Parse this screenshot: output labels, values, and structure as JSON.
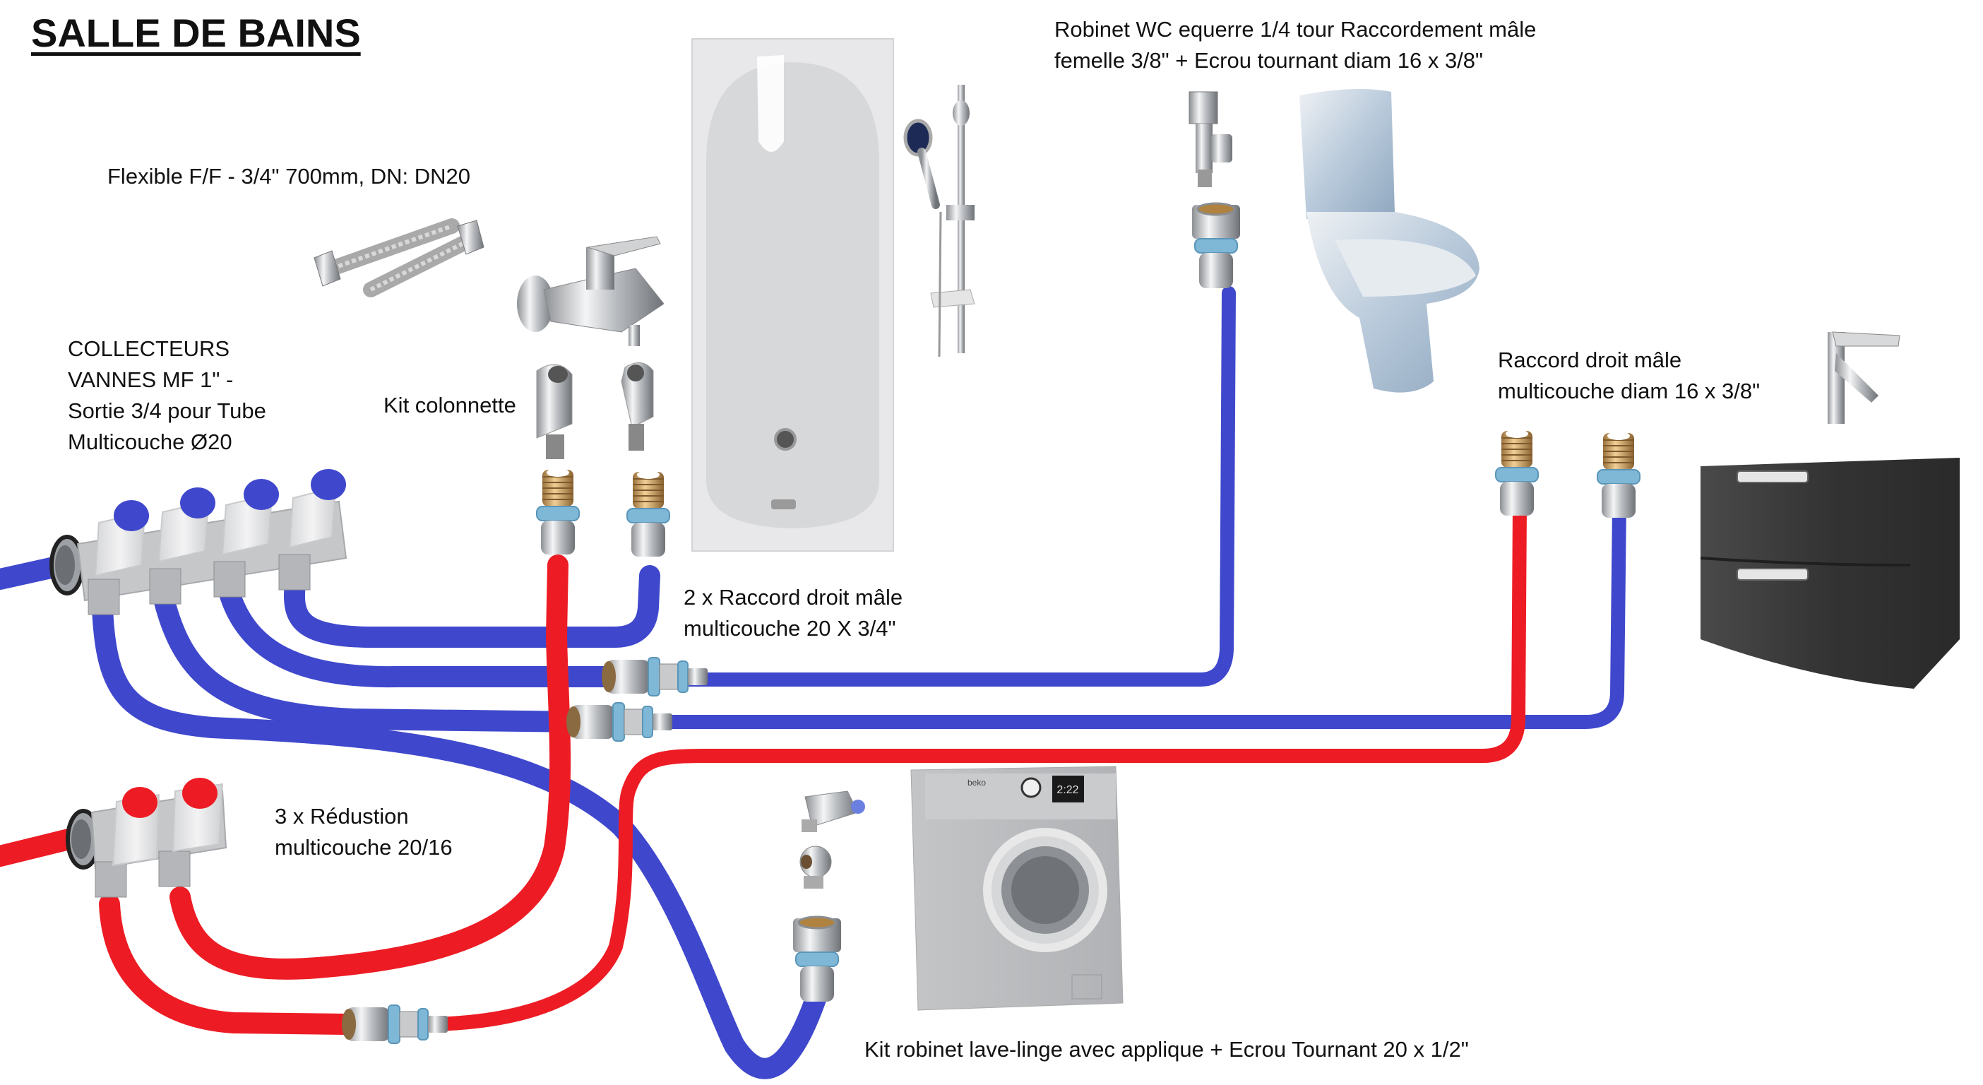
{
  "page": {
    "title": "SALLE DE BAINS"
  },
  "colors": {
    "cold_water": "#3F48CC",
    "hot_water": "#ED1C24",
    "fitting_ring": "#7FB7D6",
    "chrome": "#C8CACC",
    "brass": "#C9A064",
    "vanity": "#3A3A3A"
  },
  "labels": {
    "flexible": "Flexible F/F - 3/4\" 700mm, DN: DN20",
    "collecteurs": [
      "COLLECTEURS",
      "VANNES MF 1\" -",
      "Sortie 3/4 pour Tube",
      "Multicouche Ø20"
    ],
    "kit_colonnette": "Kit colonnette",
    "raccord_20": [
      "2 x Raccord droit mâle",
      "multicouche 20 X 3/4\""
    ],
    "robinet_wc": [
      "Robinet WC equerre 1/4 tour Raccordement mâle",
      "femelle 3/8\"  + Ecrou tournant diam 16 x 3/8\""
    ],
    "raccord_16": [
      "Raccord droit mâle",
      "multicouche diam 16 x 3/8\""
    ],
    "reduction": [
      "3 x Rédustion",
      "multicouche 20/16"
    ],
    "lave_linge": "Kit robinet lave-linge avec applique + Ecrou Tournant 20 x 1/2\""
  },
  "items": {
    "cold_manifold": {
      "name": "collecteur-eau-froide",
      "outlets": 4,
      "color": "cold"
    },
    "hot_manifold": {
      "name": "collecteur-eau-chaude",
      "outlets": 2,
      "color": "hot"
    },
    "washing_machine": {
      "brand": "beko",
      "display": "2:22"
    },
    "fixtures": [
      "baignoire",
      "mitigeur bain-douche",
      "barre de douche",
      "WC",
      "meuble vasque",
      "mitigeur lavabo",
      "lave-linge"
    ]
  }
}
